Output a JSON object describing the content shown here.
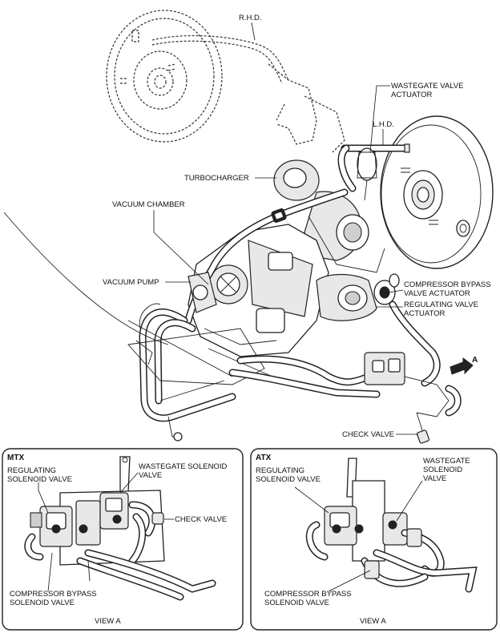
{
  "labels": {
    "rhd": "R.H.D.",
    "wastegate_actuator": "WASTEGATE VALVE\nACTUATOR",
    "lhd": "L.H.D.",
    "turbocharger": "TURBOCHARGER",
    "vacuum_chamber": "VACUUM CHAMBER",
    "vacuum_pump": "VACUUM PUMP",
    "compressor_bypass_actuator": "COMPRESSOR BYPASS\nVALVE ACTUATOR",
    "regulating_valve_actuator": "REGULATING VALVE\nACTUATOR",
    "view_arrow": "A",
    "check_valve": "CHECK VALVE"
  },
  "mtx": {
    "title": "MTX",
    "regulating": "REGULATING\nSOLENOID VALVE",
    "wastegate": "WASTEGATE SOLENOID\nVALVE",
    "check_valve": "CHECK VALVE",
    "compressor": "COMPRESSOR BYPASS\nSOLENOID VALVE",
    "view": "VIEW A"
  },
  "atx": {
    "title": "ATX",
    "regulating": "REGULATING\nSOLENOID VALVE",
    "wastegate": "WASTEGATE\nSOLENOID\nVALVE",
    "compressor": "COMPRESSOR BYPASS\nSOLENOID VALVE",
    "view": "VIEW A"
  }
}
